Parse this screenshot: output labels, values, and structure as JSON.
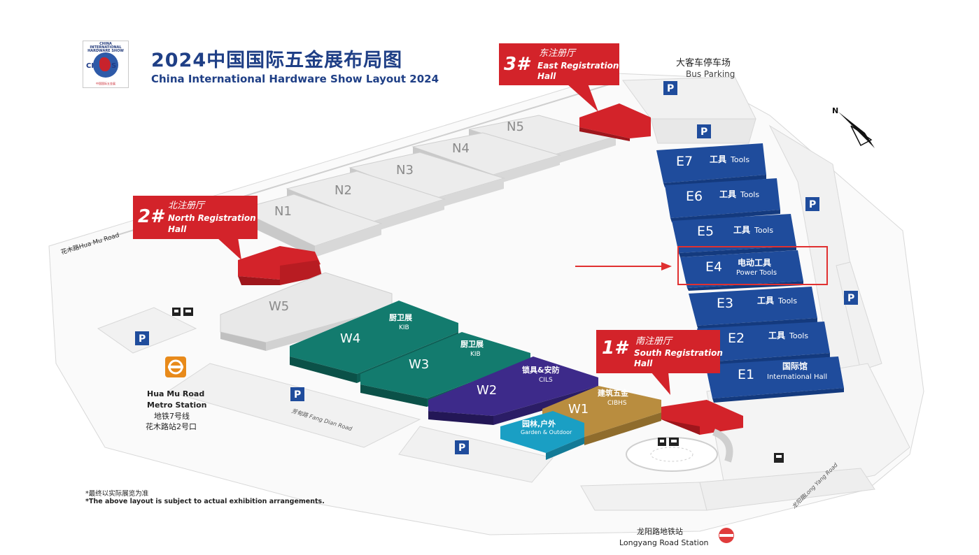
{
  "header": {
    "title_cn": "2024中国国际五金展布局图",
    "title_en": "China International Hardware  Show Layout 2024",
    "logo_text_top": "CHINA INTERNATIONAL HARDWARE SHOW",
    "logo_text_ci": "CI",
    "logo_text_s": "S",
    "logo_foot": "中国国际五金展"
  },
  "registration": {
    "r1_num": "1#",
    "r1_cn": "南注册厅",
    "r1_en1": "South Registration",
    "r1_en2": "Hall",
    "r2_num": "2#",
    "r2_cn": "北注册厅",
    "r2_en1": "North Registration",
    "r2_en2": "Hall",
    "r3_num": "3#",
    "r3_cn": "东注册厅",
    "r3_en1": "East Registration",
    "r3_en2": "Hall"
  },
  "north_halls": [
    "N1",
    "N2",
    "N3",
    "N4",
    "N5"
  ],
  "east_halls": [
    {
      "id": "E7",
      "cn": "工具",
      "en": "Tools"
    },
    {
      "id": "E6",
      "cn": "工具",
      "en": "Tools"
    },
    {
      "id": "E5",
      "cn": "工具",
      "en": "Tools"
    },
    {
      "id": "E4",
      "cn": "电动工具",
      "en": "Power Tools"
    },
    {
      "id": "E3",
      "cn": "工具",
      "en": "Tools"
    },
    {
      "id": "E2",
      "cn": "工具",
      "en": "Tools"
    },
    {
      "id": "E1",
      "cn": "国际馆",
      "en": "International Hall"
    }
  ],
  "west_halls": {
    "w5": "W5",
    "w4": {
      "id": "W4",
      "cn": "厨卫展",
      "en": "KIB"
    },
    "w3": {
      "id": "W3",
      "cn": "厨卫展",
      "en": "KIB"
    },
    "w2": {
      "id": "W2",
      "cn": "锁具&安防",
      "en": "CILS"
    },
    "w1": {
      "id": "W1",
      "cn": "建筑五金",
      "en": "CIBHS"
    },
    "garden": {
      "cn": "园林,户外",
      "en": "Garden & Outdoor"
    }
  },
  "places": {
    "bus_cn": "大客车停车场",
    "bus_en": "Bus Parking",
    "parking": "P",
    "metro_en1": "Hua Mu Road",
    "metro_en2": "Metro Station",
    "metro_cn1": "地铁7号线",
    "metro_cn2": "花木路站2号口",
    "longyang_cn": "龙阳路地铁站",
    "longyang_en": "Longyang  Road Station",
    "road_huamu": "花木路Hua Mu Road",
    "road_fangdian": "芳甸路 Fang Dian Road",
    "road_longyang": "龙阳路Long Yang Road",
    "north_label": "N"
  },
  "notes": {
    "cn": "*最终以实际展览为准",
    "en": "*The above layout is subject to actual exhibition arrangements."
  },
  "colors": {
    "title": "#1f3f86",
    "registration_red": "#d3232a",
    "east_blue": "#1f4c9c",
    "kib_green": "#137b6e",
    "locks_purple": "#3d2a8a",
    "cibhs_gold": "#b98d3f",
    "garden_cyan": "#1a9fc4",
    "north_gray": "#e4e4e4",
    "highlight_red": "#e03030"
  }
}
